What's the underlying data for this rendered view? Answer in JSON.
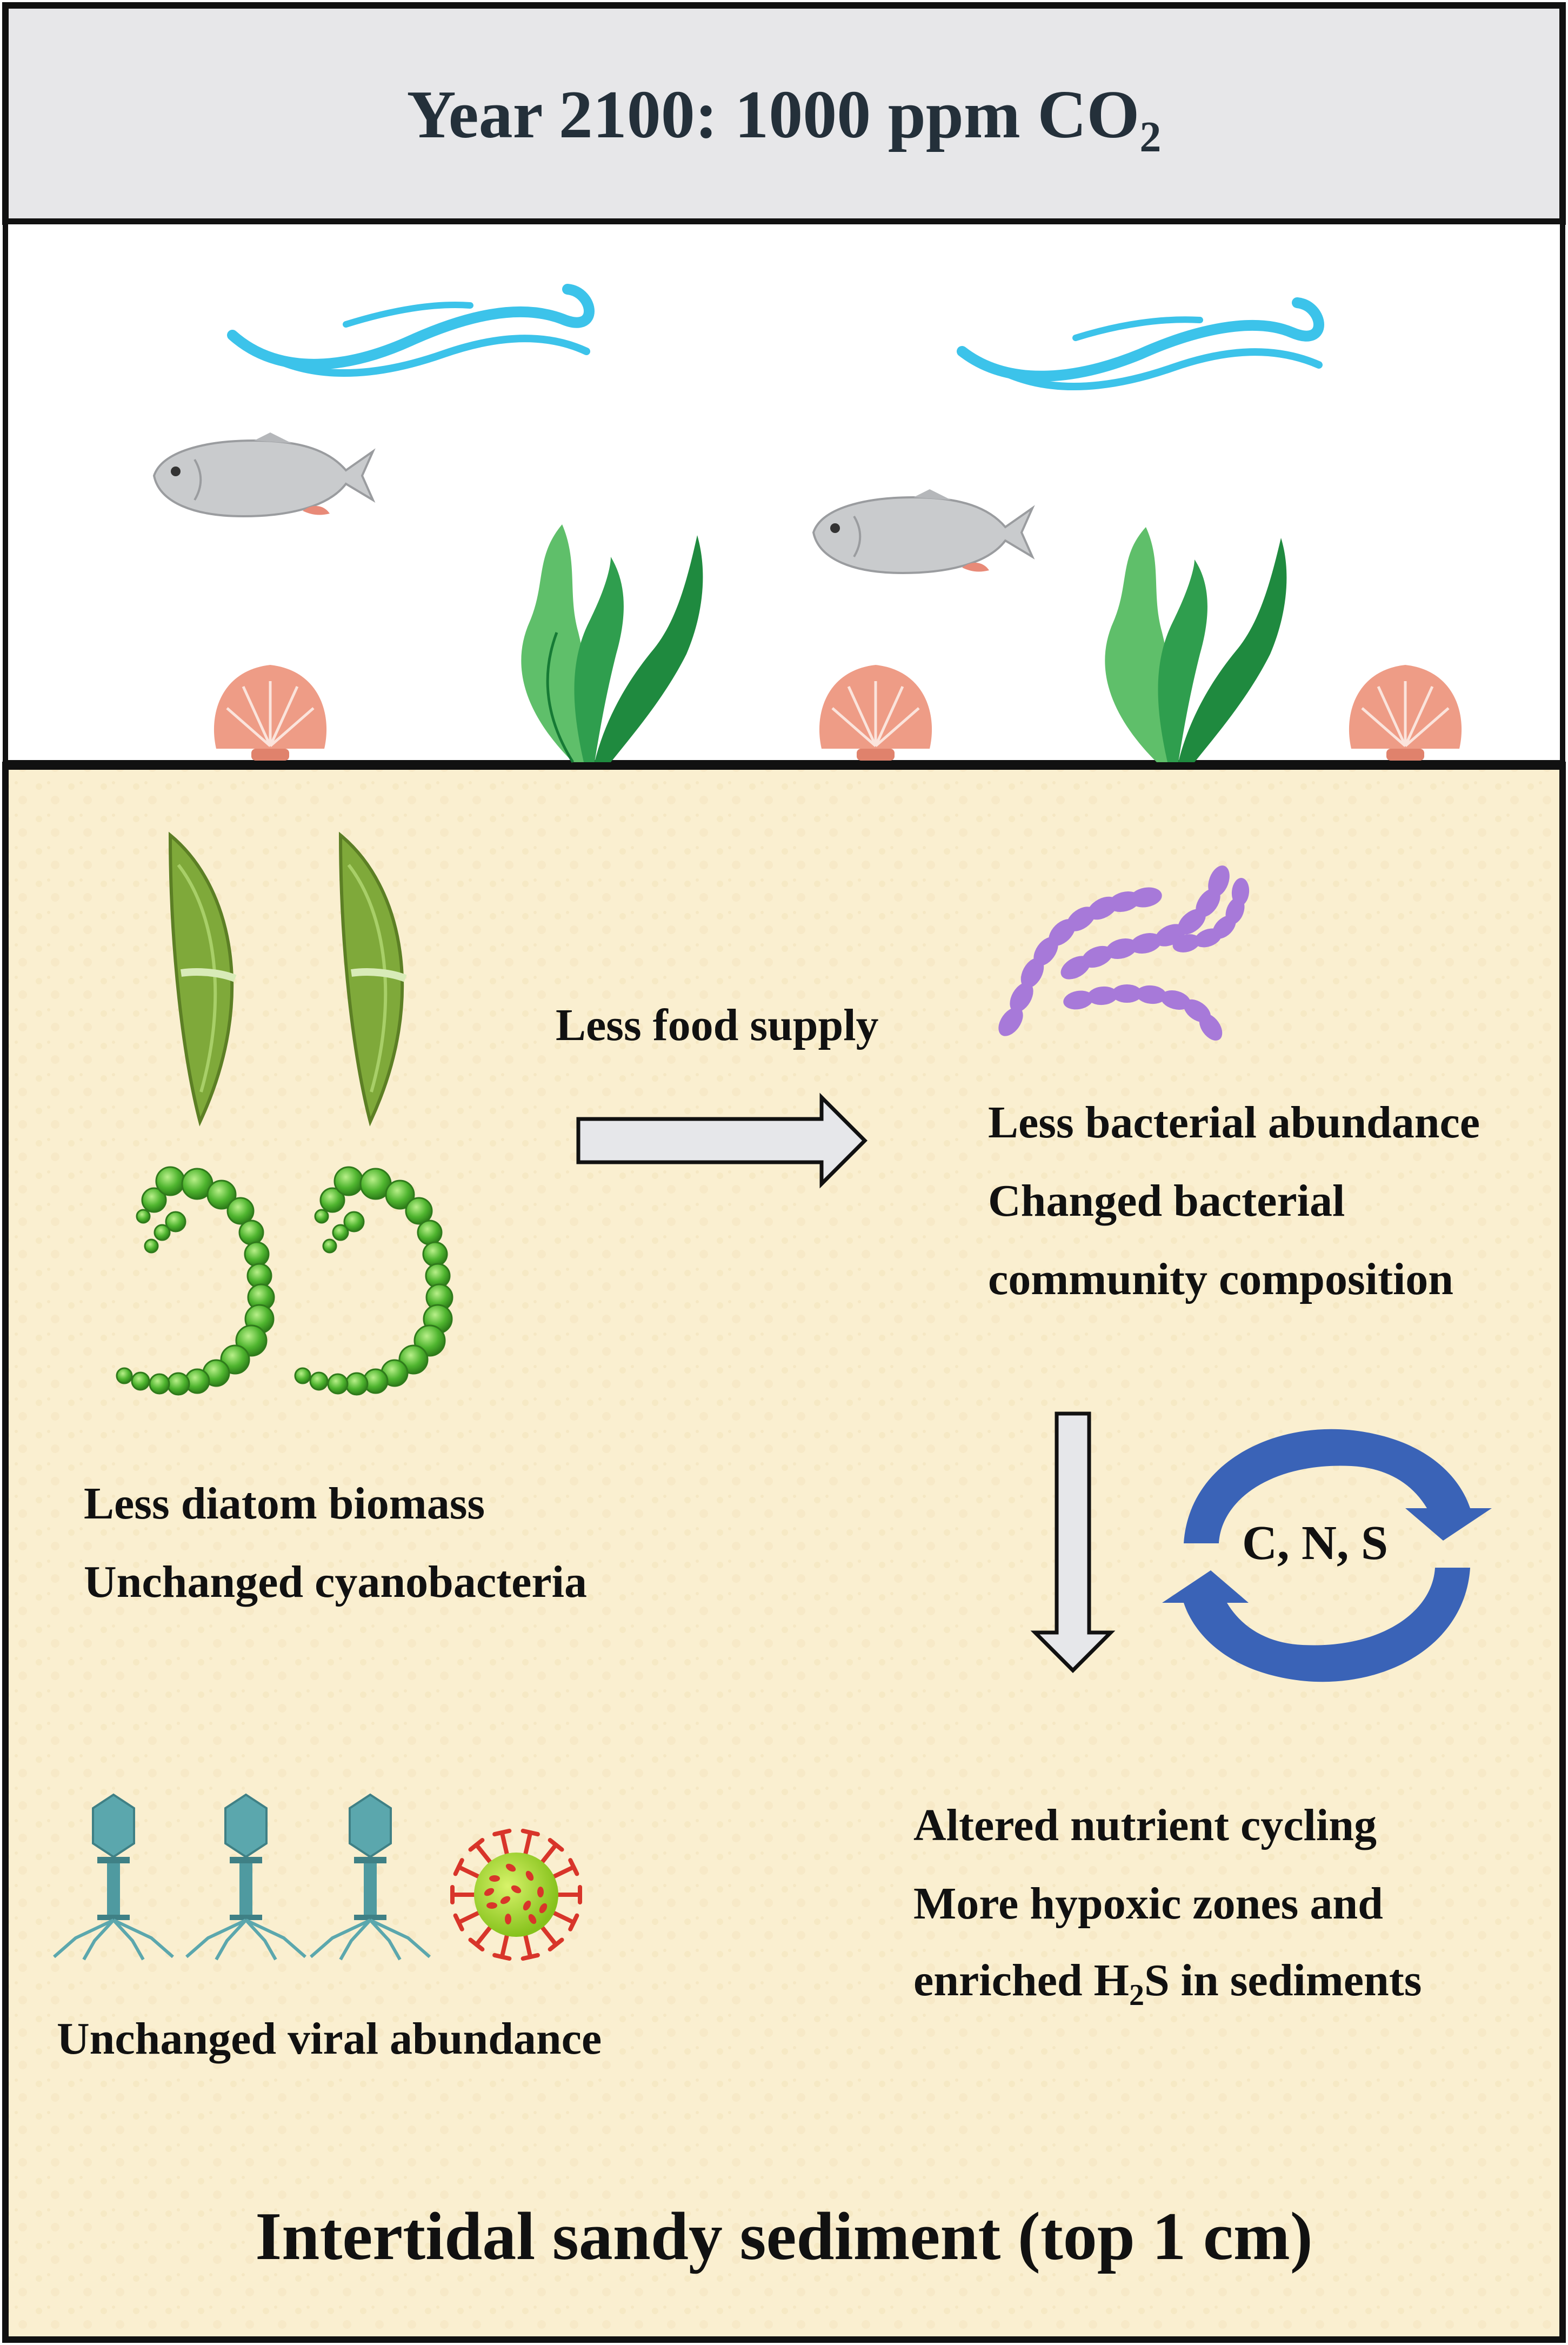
{
  "header": {
    "title_main": "Year 2100: 1000 ppm CO",
    "title_subscript": "2"
  },
  "diatoms": {
    "line1": "Less diatom biomass",
    "line2": "Unchanged cyanobacteria"
  },
  "food_arrow_label": "Less food supply",
  "bacteria": {
    "line1": "Less bacterial abundance",
    "line2": "Changed bacterial",
    "line3": "community composition"
  },
  "cycle_label": "C, N, S",
  "nutrients": {
    "line1": "Altered nutrient cycling",
    "line2": "More hypoxic zones and",
    "line3_pre": "enriched H",
    "line3_sub": "2",
    "line3_post": "S in sediments"
  },
  "viruses_label": "Unchanged viral abundance",
  "footer": "Intertidal sandy sediment (top 1 cm)",
  "colors": {
    "header_bg": "#e7e7e9",
    "sediment_bg": "#faefd0",
    "wave": "#3cc3ea",
    "fish": "#c9cbcd",
    "shell": "#ee9c86",
    "seaweed": "#2f9e4e",
    "diatom": "#7fa93a",
    "cyanobacteria": "#4cae2e",
    "bacteria": "#a779d9",
    "phage": "#5ba7ad",
    "virus": "#9bd12a",
    "cycle_arrow": "#3a63b7"
  },
  "icons": [
    "wave-icon",
    "fish-icon",
    "seaweed-icon",
    "shell-icon",
    "diatom-icon",
    "cyanobacteria-icon",
    "bacteria-icon",
    "phage-icon",
    "virus-icon",
    "cycle-arrows-icon",
    "right-arrow-icon",
    "down-arrow-icon"
  ]
}
